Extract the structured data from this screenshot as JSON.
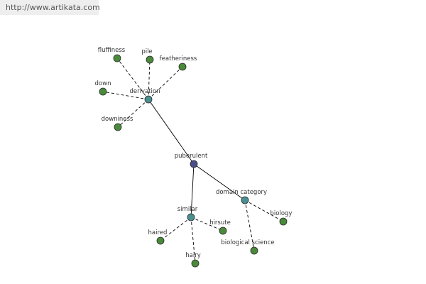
{
  "source_url": "http://www.artikata.com",
  "colors": {
    "root_node": "#4a4f8a",
    "relation_node": "#4a8f8f",
    "term_node": "#4a8a3a",
    "node_stroke": "#2a2a2a",
    "edge": "#000000",
    "label": "#333333"
  },
  "graph": {
    "root": {
      "id": "puberulent",
      "label": "puberulent"
    },
    "relations": [
      {
        "id": "derivation",
        "label": "derivation",
        "terms": [
          "fluffiness",
          "pile",
          "featheriness",
          "down",
          "downiness"
        ]
      },
      {
        "id": "domain-category",
        "label": "domain category",
        "terms": [
          "biology",
          "biological science"
        ]
      },
      {
        "id": "similar",
        "label": "similar",
        "terms": [
          "haired",
          "hirsute",
          "hairy"
        ]
      }
    ]
  }
}
